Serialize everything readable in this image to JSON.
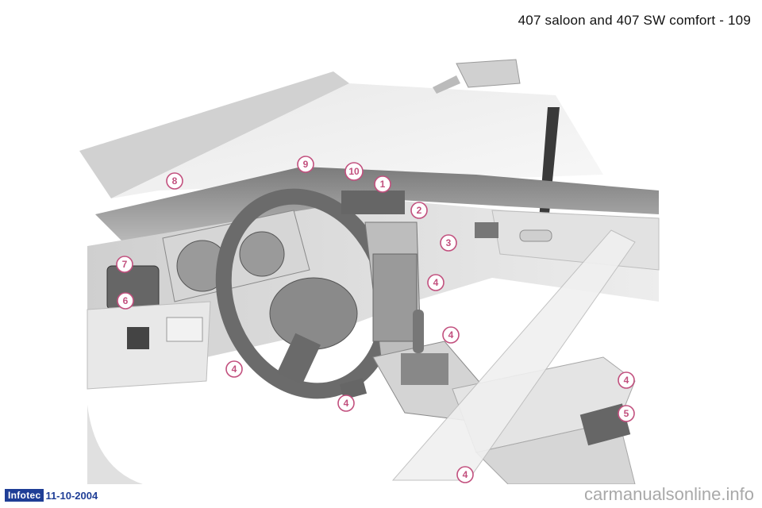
{
  "header": {
    "title": "407 saloon and 407 SW comfort - 109"
  },
  "footer": {
    "brand": "Infotec",
    "date": "11-10-2004"
  },
  "watermark": "carmanualsonline.info",
  "callouts": [
    {
      "id": "c8",
      "label": "8"
    },
    {
      "id": "c9",
      "label": "9"
    },
    {
      "id": "c10",
      "label": "10"
    },
    {
      "id": "c1",
      "label": "1"
    },
    {
      "id": "c2",
      "label": "2"
    },
    {
      "id": "c3",
      "label": "3"
    },
    {
      "id": "c7",
      "label": "7"
    },
    {
      "id": "c6",
      "label": "6"
    },
    {
      "id": "c4a",
      "label": "4"
    },
    {
      "id": "c4b",
      "label": "4"
    },
    {
      "id": "c4c",
      "label": "4"
    },
    {
      "id": "c4d",
      "label": "4"
    },
    {
      "id": "c4e",
      "label": "4"
    },
    {
      "id": "c5",
      "label": "5"
    },
    {
      "id": "c4f",
      "label": "4"
    }
  ],
  "colors": {
    "callout": "#c2507e",
    "brand": "#1f3e96"
  }
}
